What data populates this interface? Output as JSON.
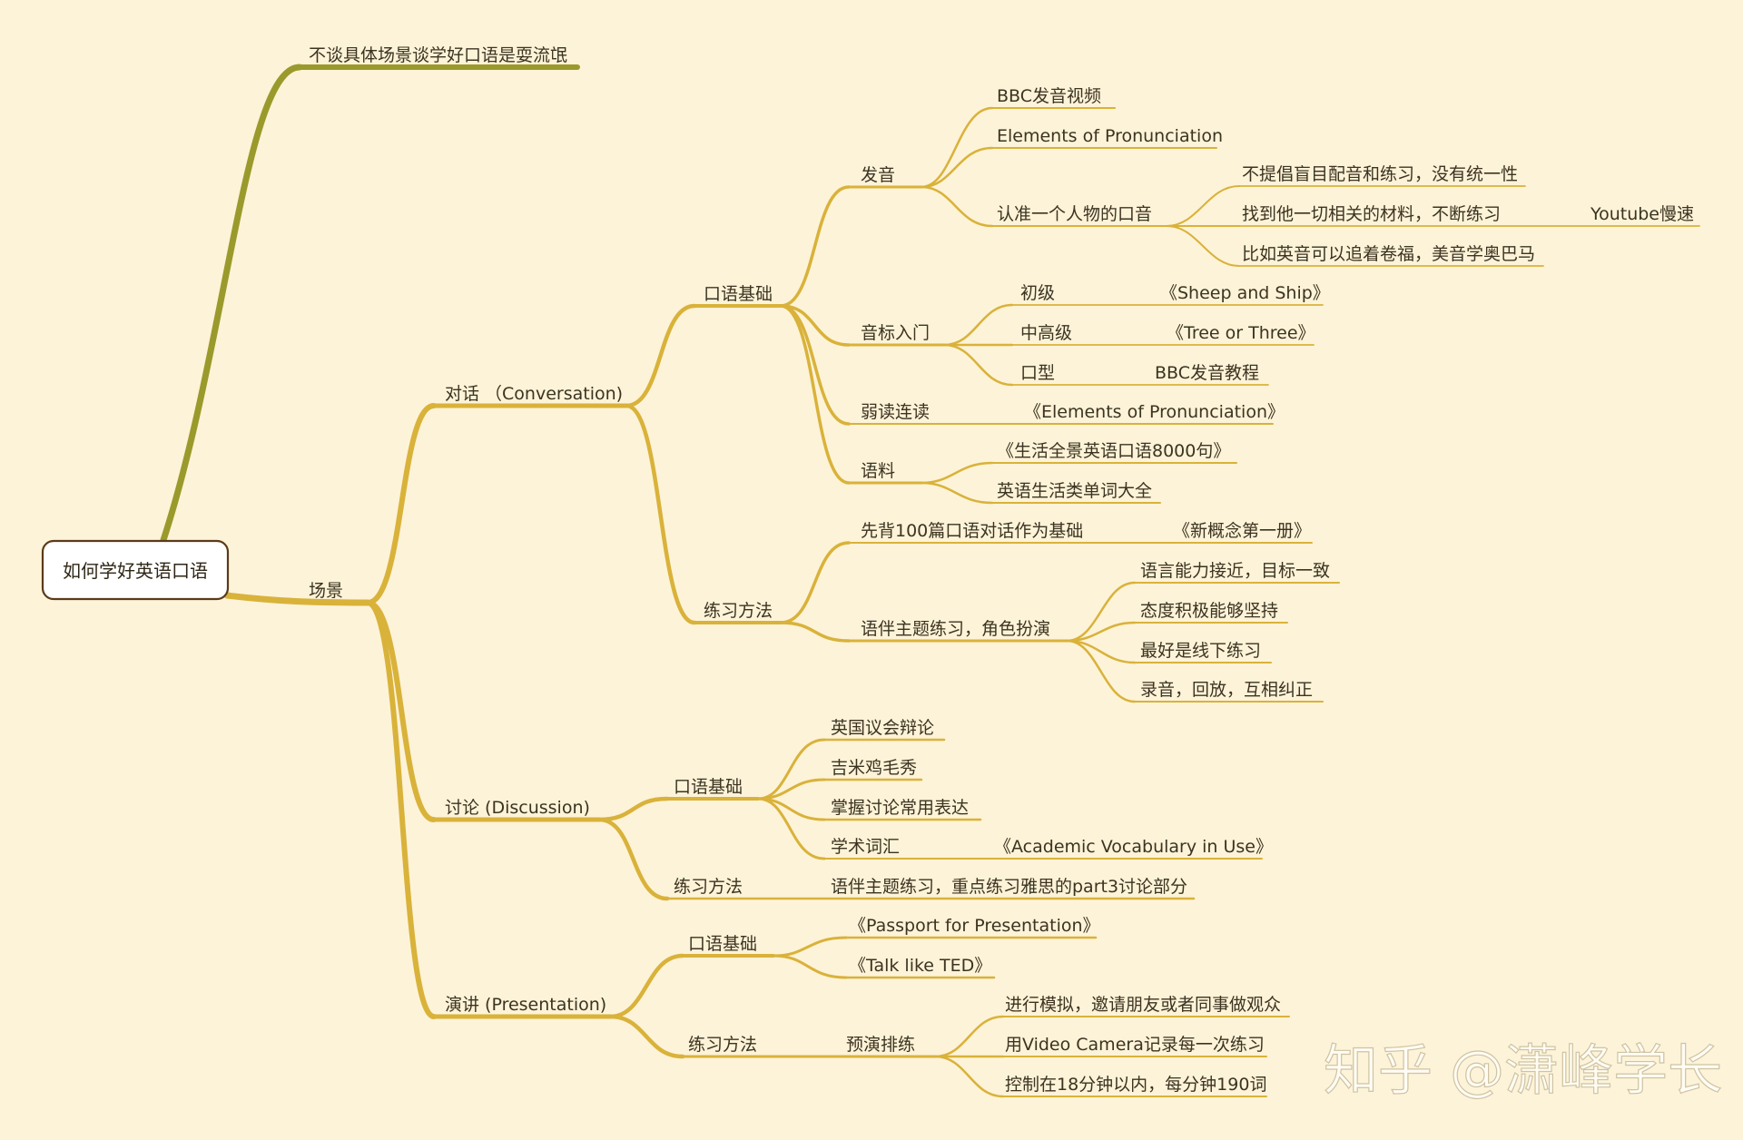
{
  "colors": {
    "background": "#fdf3d8",
    "branch_olive": "#9a9a2c",
    "branch_gold": "#d9b23a",
    "text": "#3c3321",
    "root_border": "#5b3a1a"
  },
  "root": {
    "label": "如何学好英语口语"
  },
  "branch_top": {
    "label": "不谈具体场景谈学好口语是耍流氓"
  },
  "branch_scene": {
    "label": "场景"
  },
  "conversation": {
    "label": "对话 （Conversation)",
    "basics": {
      "label": "口语基础",
      "pronunciation": {
        "label": "发音",
        "bbc_video": "BBC发音视频",
        "elements": "Elements of Pronunciation",
        "one_person": {
          "label": "认准一个人物的口音",
          "no_blind": "不提倡盲目配音和练习，没有统一性",
          "find_all": "找到他一切相关的材料，不断练习",
          "youtube": "Youtube慢速",
          "example": "比如英音可以追着卷福，美音学奥巴马"
        }
      },
      "phonetics": {
        "label": "音标入门",
        "beginner": "初级",
        "beginner_book": "《Sheep and Ship》",
        "advanced": "中高级",
        "advanced_book": "《Tree or Three》",
        "mouth": "口型",
        "mouth_tutorial": "BBC发音教程"
      },
      "weak_forms": {
        "label": "弱读连读",
        "book": "《Elements of Pronunciation》"
      },
      "corpus": {
        "label": "语料",
        "book1": "《生活全景英语口语8000句》",
        "book2": "英语生活类单词大全"
      }
    },
    "practice": {
      "label": "练习方法",
      "recite": {
        "label": "先背100篇口语对话作为基础",
        "book": "《新概念第一册》"
      },
      "partner": {
        "label": "语伴主题练习，角色扮演",
        "ability": "语言能力接近，目标一致",
        "attitude": "态度积极能够坚持",
        "offline": "最好是线下练习",
        "record": "录音，回放，互相纠正"
      }
    }
  },
  "discussion": {
    "label": "讨论 (Discussion)",
    "basics": {
      "label": "口语基础",
      "debate": "英国议会辩论",
      "jimmy": "吉米鸡毛秀",
      "expressions": "掌握讨论常用表达",
      "academic": {
        "label": "学术词汇",
        "book": "《Academic Vocabulary in Use》"
      }
    },
    "practice": {
      "label": "练习方法",
      "detail": "语伴主题练习，重点练习雅思的part3讨论部分"
    }
  },
  "presentation": {
    "label": "演讲 (Presentation)",
    "basics": {
      "label": "口语基础",
      "book1": "《Passport for Presentation》",
      "book2": "《Talk like TED》"
    },
    "practice": {
      "label": "练习方法",
      "rehearsal": {
        "label": "预演排练",
        "simulate": "进行模拟，邀请朋友或者同事做观众",
        "camera": "用Video Camera记录每一次练习",
        "time": "控制在18分钟以内，每分钟190词"
      }
    }
  },
  "watermark": {
    "text": "知乎 @潇峰学长"
  }
}
